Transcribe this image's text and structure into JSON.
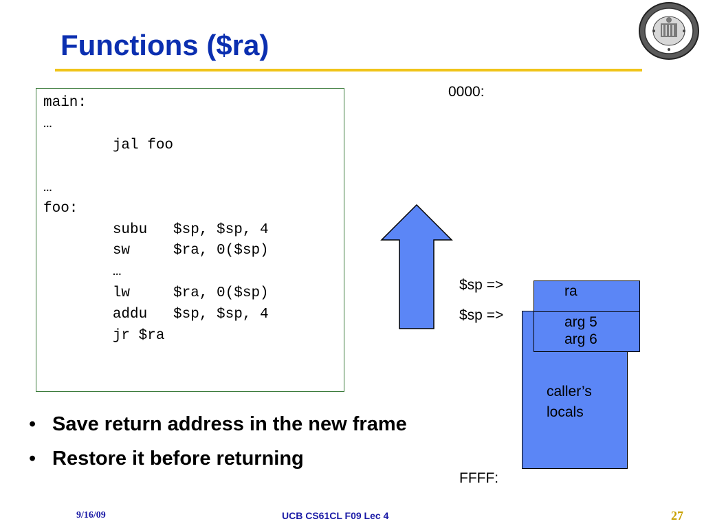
{
  "slide": {
    "title": "Functions ($ra)",
    "accent_color": "#f0c419",
    "title_color": "#0b2fb0",
    "logo_icon": "university-seal-icon"
  },
  "code": {
    "lines": [
      "main:",
      "…",
      "        jal foo",
      "",
      "…",
      "foo:",
      "        subu   $sp, $sp, 4",
      "        sw     $ra, 0($sp)",
      "        …",
      "        lw     $ra, 0($sp)",
      "        addu   $sp, $sp, 4",
      "        jr $ra"
    ]
  },
  "bullets": [
    "Save return address in the new frame",
    "Restore it before returning"
  ],
  "memory": {
    "top_address": "0000:",
    "bottom_address": "FFFF:",
    "sp_new": "$sp =>",
    "sp_old": "$sp =>",
    "frame_color": "#5b86f6",
    "arrow_icon": "up-arrow-icon",
    "cells": {
      "ra": "ra",
      "arg5": "arg 5",
      "arg6": "arg 6",
      "locals_line1": "caller’s",
      "locals_line2": "locals"
    }
  },
  "footer": {
    "date": "9/16/09",
    "course": "UCB CS61CL F09 Lec 4",
    "page": "27"
  }
}
